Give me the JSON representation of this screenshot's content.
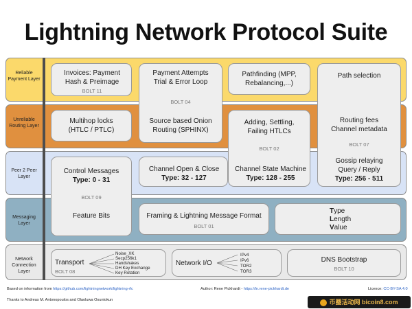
{
  "title": "Lightning Network Protocol Suite",
  "colors": {
    "payment_layer": "#fbd96b",
    "routing_layer": "#e0903f",
    "p2p_layer": "#d8e3f6",
    "messaging_layer": "#8fb0c2",
    "network_layer": "#e9e9e9",
    "box": "#eeeeee",
    "bar": "#4d4d4d"
  },
  "layers": {
    "payment": "Reliable Payment Layer",
    "routing": "Unreliable Routing Layer",
    "p2p": "Peer 2 Peer Layer",
    "messaging": "Messaging Layer",
    "network": "Network Connection Layer"
  },
  "boxes": {
    "invoices": {
      "title": "Invoices: Payment Hash & Preimage",
      "bolt": "BOLT 11"
    },
    "payment_attempts": {
      "title": "Payment Attempts Trial & Error Loop",
      "bolt": "BOLT 04",
      "subtitle": "Source based Onion Routing (SPHINX)"
    },
    "pathfinding": {
      "title": "Pathfinding (MPP, Rebalancing,...)"
    },
    "path_selection": {
      "title": "Path selection",
      "routing_fees": "Routing fees Channel metadata",
      "bolt": "BOLT 07",
      "gossip": "Gossip relaying Query / Reply",
      "gossip_types": "Type: 256 - 511"
    },
    "multihop": {
      "title": "Multihop locks (HTLC / PTLC)"
    },
    "htlcs": {
      "title": "Adding, Settling, Failing HTLCs",
      "bolt": "BOLT 02"
    },
    "channel_open": {
      "title": "Channel Open & Close",
      "types": "Type: 32 - 127"
    },
    "state_machine": {
      "title": "Channel State Machine",
      "types": "Type: 128 - 255"
    },
    "control": {
      "title": "Control Messages",
      "types": "Type: 0 - 31",
      "bolt": "BOLT 09",
      "feature_bits": "Feature Bits"
    },
    "framing": {
      "title": "Framing & Lightning Message Format",
      "bolt": "BOLT 01"
    },
    "tlv": {
      "t1": "T",
      "t1rest": "ype",
      "t2": "L",
      "t2rest": "ength",
      "t3": "V",
      "t3rest": "alue"
    },
    "transport": {
      "title": "Transport",
      "bolt": "BOLT 08",
      "items": [
        "Noise_XK",
        "Secp256k1",
        "Handshakes",
        "DH Key Exchange",
        "Key Rotation"
      ]
    },
    "network_io": {
      "title": "Network I/O",
      "items": [
        "IPv4",
        "IPv6",
        "TOR2",
        "TOR3"
      ]
    },
    "dns": {
      "title": "DNS Bootstrap",
      "bolt": "BOLT 10"
    }
  },
  "footer": {
    "info": "Based on information from",
    "info_link": "https://github.com/lightningnetwork/lightning-rfc",
    "author": "Author: Rene Pickhardt -",
    "author_link": "https://ln.rene-pickhardt.de",
    "license": "Licence:",
    "license_link": "CC-BY-SA 4.0",
    "thanks": "Thanks to Andreas M. Antonopoulos and Olaoluwa Osuntokun"
  },
  "watermark": "币圈活动网 bicoin8.com"
}
